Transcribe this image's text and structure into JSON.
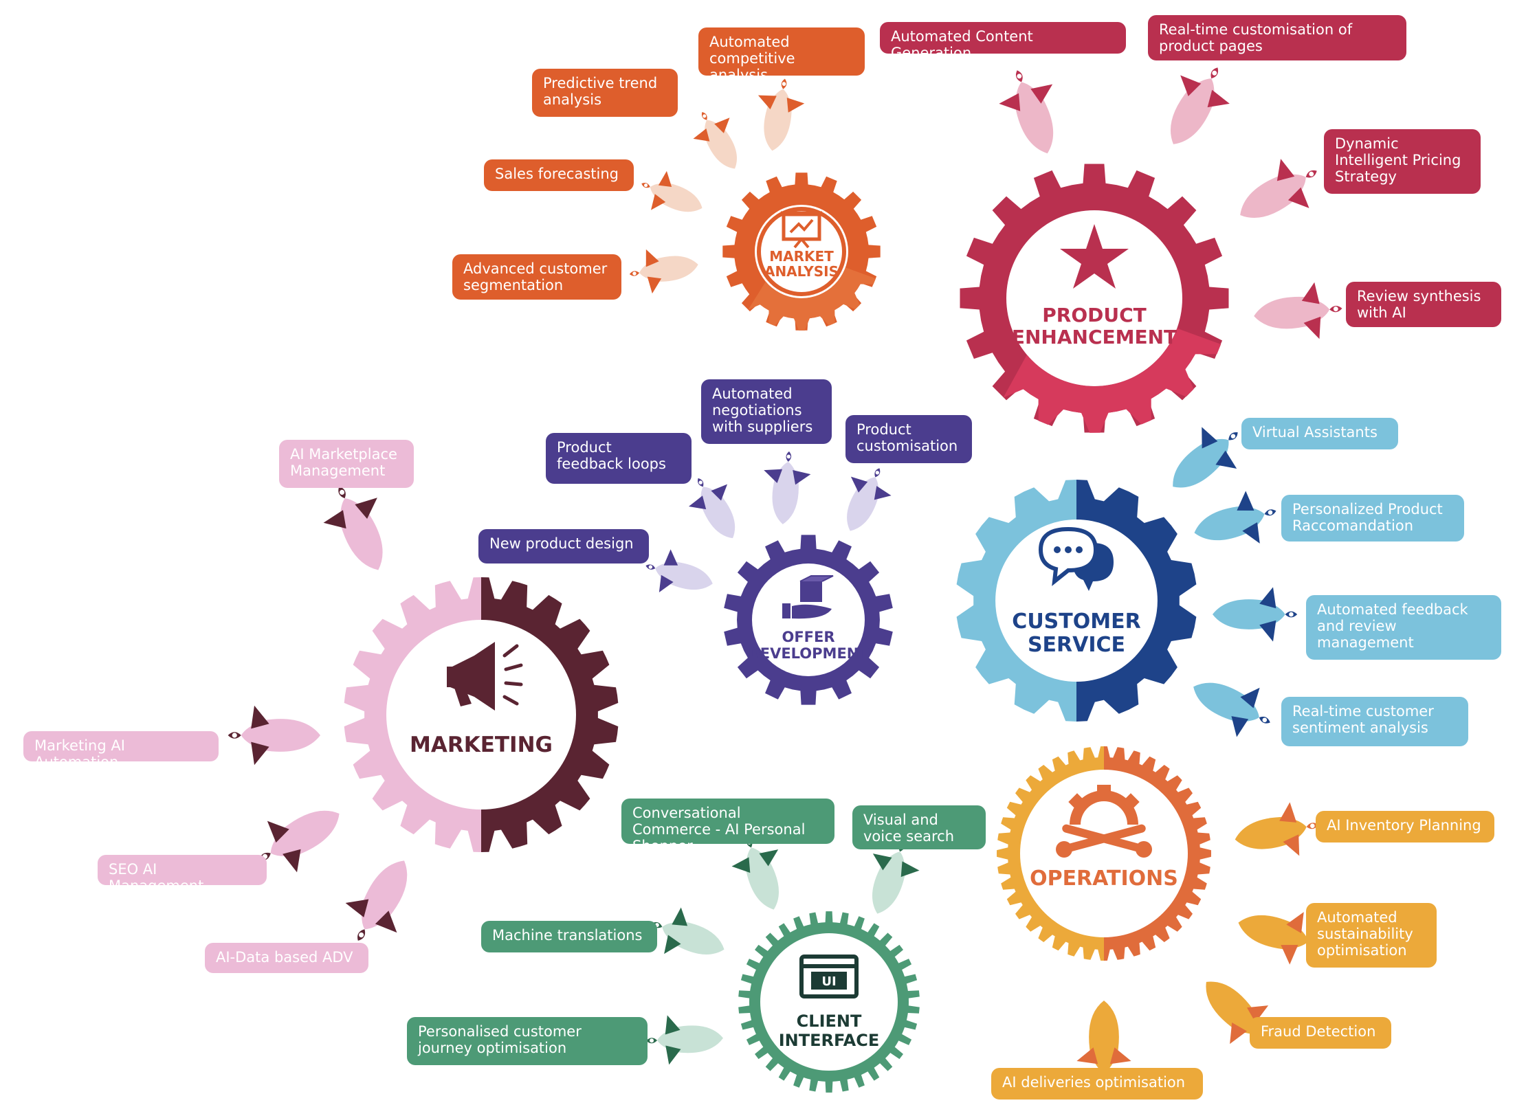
{
  "colors": {
    "market": "#de5e2c",
    "product": "#b9304f",
    "offer": "#4b3d8e",
    "service": "#7cc2dc",
    "service_dark": "#1e4389",
    "marketing_light": "#ecbbd7",
    "marketing_dark": "#5a2432",
    "client": "#4d9a76",
    "operations": "#eca93a",
    "operations_dark": "#e06c3b"
  },
  "hubs": {
    "market": {
      "title_1": "MARKET",
      "title_2": "ANALYSIS",
      "icon": "presentation-chart-icon"
    },
    "product": {
      "title_1": "PRODUCT",
      "title_2": "ENHANCEMENT",
      "icon": "star-icon"
    },
    "offer": {
      "title_1": "OFFER",
      "title_2": "DEVELOPMENT",
      "icon": "box-in-hand-icon"
    },
    "service": {
      "title_1": "CUSTOMER",
      "title_2": "SERVICE",
      "icon": "chat-bubbles-icon"
    },
    "marketing": {
      "title_1": "MARKETING",
      "icon": "megaphone-icon"
    },
    "client": {
      "title_1": "CLIENT",
      "title_2": "INTERFACE",
      "icon": "ui-window-icon"
    },
    "operations": {
      "title_1": "OPERATIONS",
      "icon": "gear-wrench-icon"
    }
  },
  "labels": {
    "market_competitive": "Automated competitive analysis",
    "market_trend": "Predictive trend analysis",
    "market_sales": "Sales forecasting",
    "market_segmentation": "Advanced customer segmentation",
    "product_content": "Automated Content Generation",
    "product_pages": "Real-time customisation of product pages",
    "product_pricing": "Dynamic Intelligent Pricing Strategy",
    "product_review": "Review synthesis with AI",
    "offer_negotiations": "Automated negotiations with suppliers",
    "offer_feedback": "Product feedback loops",
    "offer_customisation": "Product customisation",
    "offer_design": "New product design",
    "service_virtual": "Virtual Assistants",
    "service_personalized": "Personalized Product Raccomandation",
    "service_feedback": "Automated feedback and review management",
    "service_sentiment": "Real-time customer sentiment analysis",
    "marketing_marketplace": "AI Marketplace Management",
    "marketing_automation": "Marketing AI Automation",
    "marketing_seo": "SEO AI Management",
    "marketing_adv": "AI-Data based ADV",
    "client_commerce": "Conversational Commerce - AI Personal Shopper",
    "client_visual": "Visual and voice search",
    "client_translations": "Machine translations",
    "client_journey": "Personalised customer journey optimisation",
    "ops_inventory": "AI Inventory Planning",
    "ops_sustainability": "Automated sustainability optimisation",
    "ops_fraud": "Fraud Detection",
    "ops_deliveries": "AI deliveries optimisation"
  }
}
